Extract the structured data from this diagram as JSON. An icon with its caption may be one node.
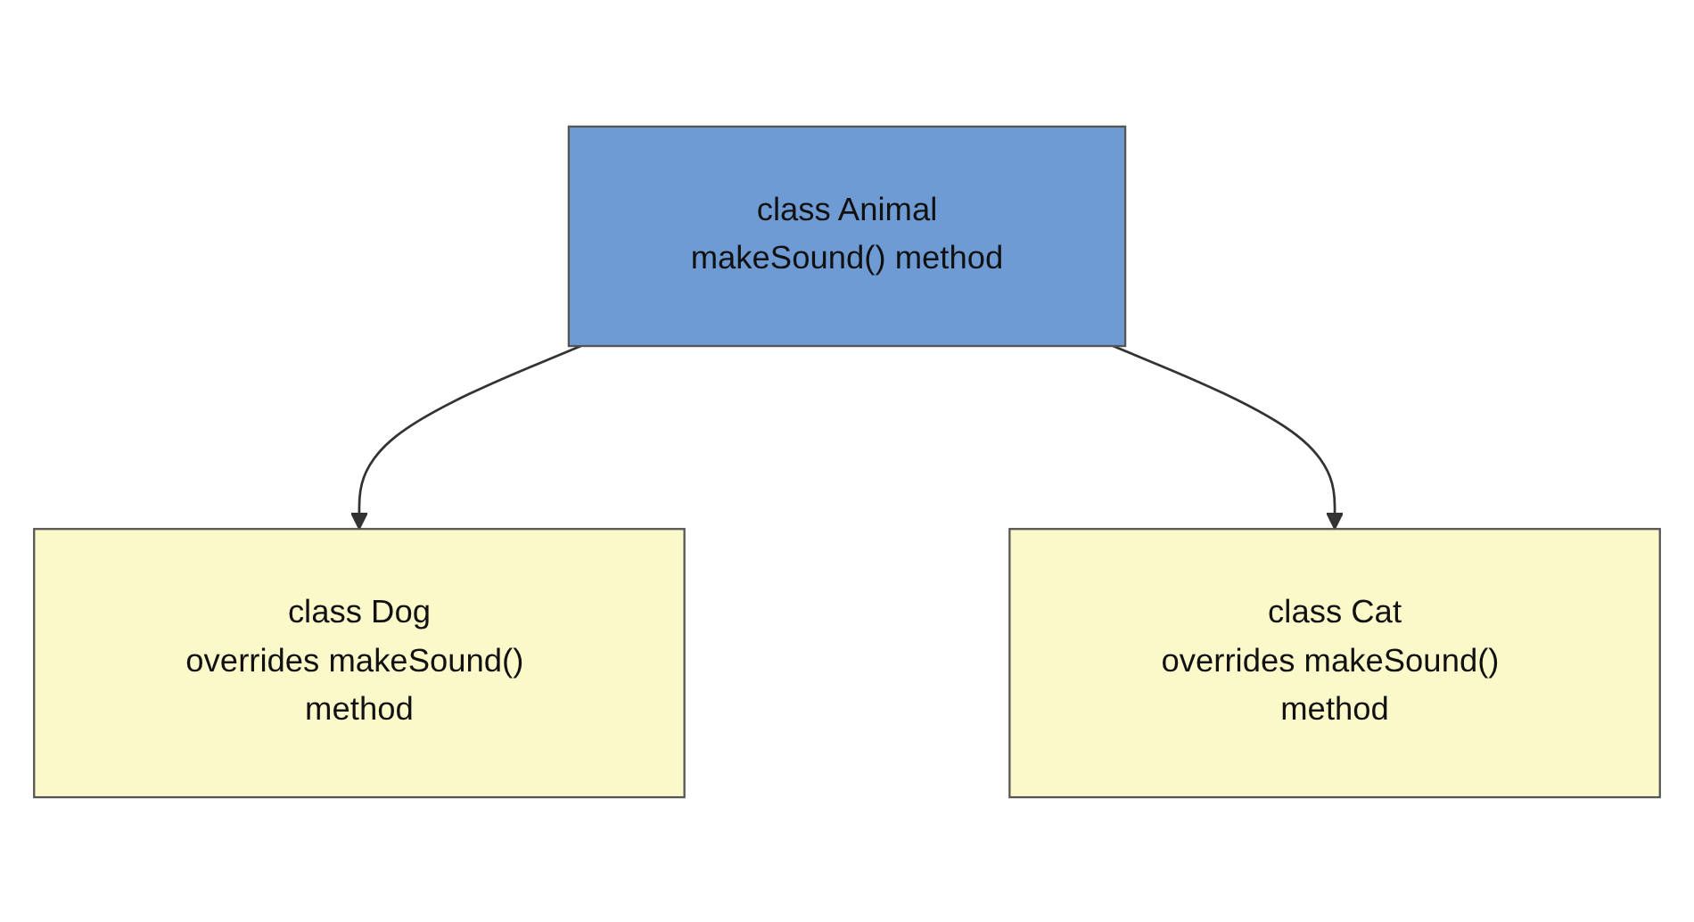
{
  "diagram": {
    "nodes": [
      {
        "text": [
          "class Animal",
          "makeSound() method"
        ]
      },
      {
        "text": [
          "class Dog",
          "overrides makeSound() method"
        ]
      },
      {
        "text": [
          "class Cat",
          "overrides makeSound() method"
        ]
      }
    ],
    "edges": [
      {
        "from": 0,
        "to": 1,
        "arrow": "to"
      },
      {
        "from": 0,
        "to": 2,
        "arrow": "to"
      }
    ]
  }
}
